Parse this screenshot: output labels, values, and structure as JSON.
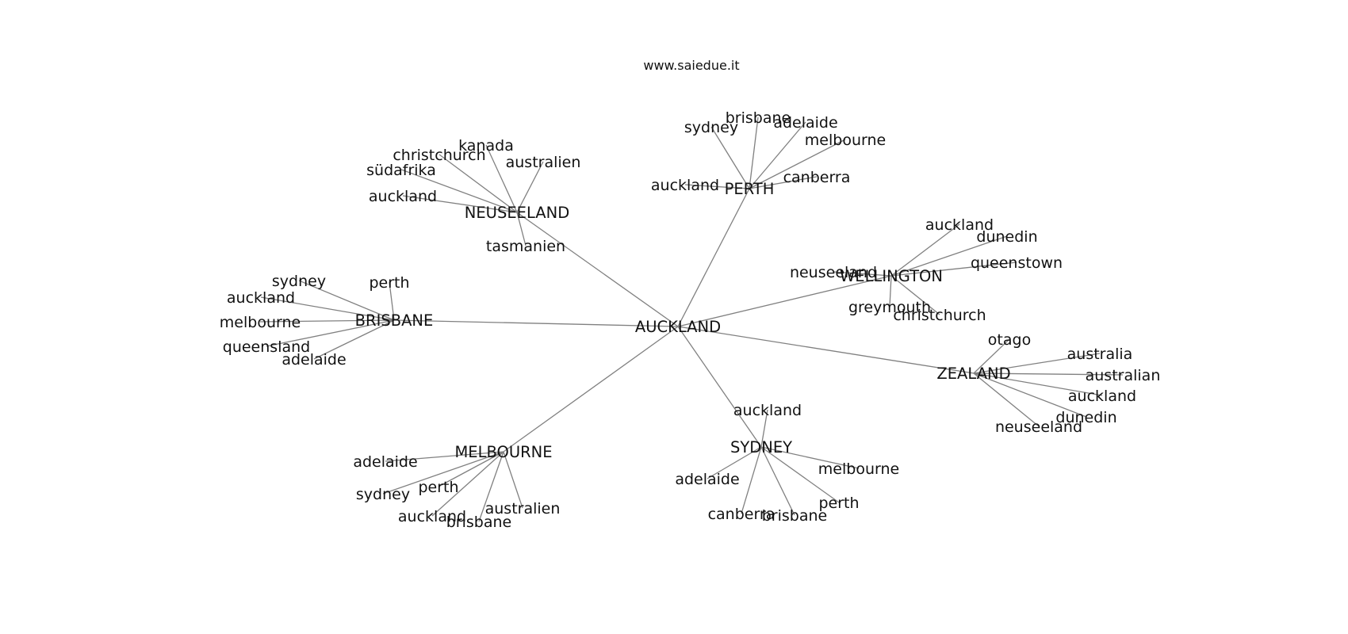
{
  "site_label": "www.saiedue.it",
  "diagram": {
    "type": "network",
    "edge_color": "#808080",
    "root": "AUCKLAND",
    "clusters": [
      {
        "hub": "NEUSEELAND",
        "leaves": [
          "kanada",
          "christchurch",
          "australien",
          "südafrika",
          "auckland",
          "tasmanien"
        ]
      },
      {
        "hub": "PERTH",
        "leaves": [
          "sydney",
          "brisbane",
          "adelaide",
          "melbourne",
          "auckland",
          "canberra"
        ]
      },
      {
        "hub": "WELLINGTON",
        "leaves": [
          "auckland",
          "dunedin",
          "queenstown",
          "neuseeland",
          "greymouth",
          "christchurch"
        ]
      },
      {
        "hub": "BRISBANE",
        "leaves": [
          "sydney",
          "perth",
          "auckland",
          "melbourne",
          "queensland",
          "adelaide"
        ]
      },
      {
        "hub": "ZEALAND",
        "leaves": [
          "otago",
          "australia",
          "australian",
          "auckland",
          "dunedin",
          "neuseeland"
        ]
      },
      {
        "hub": "MELBOURNE",
        "leaves": [
          "adelaide",
          "perth",
          "sydney",
          "auckland",
          "brisbane",
          "australien"
        ]
      },
      {
        "hub": "SYDNEY",
        "leaves": [
          "auckland",
          "melbourne",
          "adelaide",
          "perth",
          "canberra",
          "brisbane"
        ]
      }
    ]
  }
}
